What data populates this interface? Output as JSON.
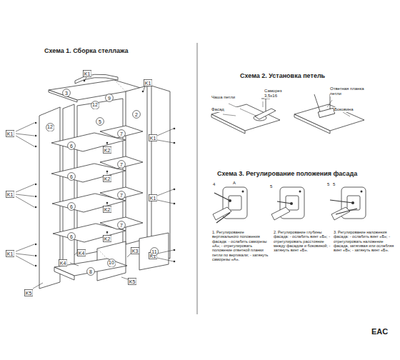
{
  "diagram": {
    "nodes": [
      {
        "text": [
          "K1"
        ]
      },
      {
        "text": [
          "3"
        ]
      },
      {
        "text": [
          "9"
        ]
      },
      {
        "text": [
          "12"
        ]
      },
      {
        "text": [
          "K1"
        ]
      },
      {
        "text": [
          "12"
        ]
      },
      {
        "text": [
          "5"
        ]
      },
      {
        "text": [
          "2"
        ]
      },
      {
        "text": [
          "K1"
        ]
      },
      {
        "text": [
          "7"
        ]
      },
      {
        "text": [
          "K1"
        ]
      },
      {
        "text": [
          "6"
        ]
      },
      {
        "text": [
          "K2"
        ]
      },
      {
        "text": [
          "7"
        ]
      },
      {
        "text": [
          "6"
        ]
      },
      {
        "text": [
          "K2"
        ]
      },
      {
        "text": [
          "7"
        ]
      },
      {
        "text": [
          "K1"
        ]
      },
      {
        "text": [
          "K1"
        ]
      },
      {
        "text": [
          "6"
        ]
      },
      {
        "text": [
          "K2"
        ]
      },
      {
        "text": [
          "7"
        ]
      },
      {
        "text": [
          "6"
        ]
      },
      {
        "text": [
          "K2"
        ]
      },
      {
        "text": [
          "K1"
        ]
      },
      {
        "text": [
          "K1"
        ]
      },
      {
        "text": [
          "K4"
        ]
      },
      {
        "text": [
          "K4"
        ]
      },
      {
        "text": [
          "K3"
        ]
      },
      {
        "text": [
          "11"
        ]
      },
      {
        "text": [
          "10"
        ]
      },
      {
        "text": [
          "8"
        ]
      },
      {
        "text": [
          "K5"
        ]
      },
      {
        "text": [
          "K5"
        ]
      }
    ],
    "labels": [
      "Схема 1. Сборка стеллажа",
      "Схема 2. Установка петель",
      "Схема 3. Регулирование положения фасада",
      "Чаша петли",
      "Фасад",
      "Саморез 3,5x16",
      "Ответная планка петли",
      "Боковина",
      "4",
      "А",
      "5",
      "5",
      "5",
      "1. Регулирование вертикального положения фасада: - ослабить саморезы «А»; - отрегулировать положение ответной планки петли по вертикали; - затянуть саморезы «А».",
      "2. Регулирование глубины фасада: - ослабить винт «Б»; - отрегулировать расстояние между фасадом и боковиной; - затянуть винт «Б».",
      "3. Регулирование наложения фасада: - ослабить винт «Б»; - отрегулировать наложение фасада, затягивая или ослабляя винт «В»; - затянуть винт «Б».",
      "EAC"
    ]
  }
}
